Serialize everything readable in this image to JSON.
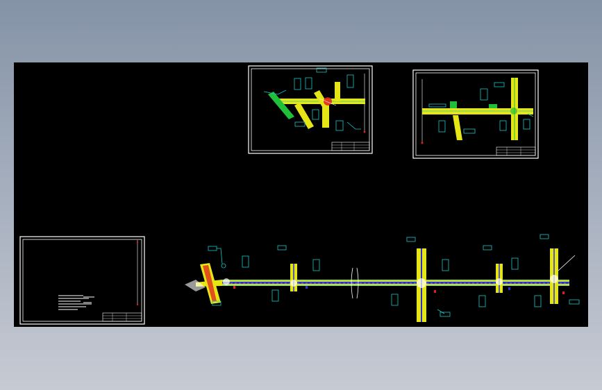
{
  "colors": {
    "canvas": "#000000",
    "frame": "#ffffff",
    "road_fill": "#e6e617",
    "lane": "#2a2cd6",
    "marking": "#17c8c8",
    "accent": "#e01d1d",
    "vegetation": "#1fbf3a"
  },
  "sheets": [
    {
      "id": "sheet-intersection-plan-1"
    },
    {
      "id": "sheet-intersection-plan-2"
    },
    {
      "id": "sheet-notes"
    },
    {
      "id": "sheet-road-overview"
    }
  ]
}
